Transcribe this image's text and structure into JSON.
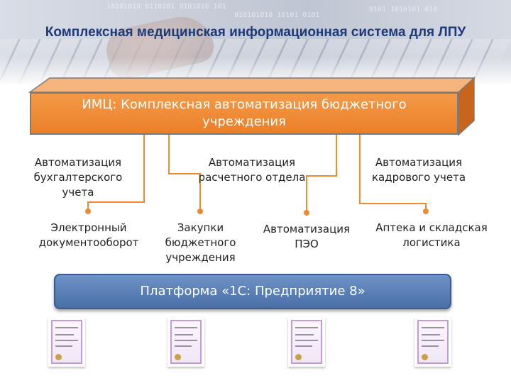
{
  "title": "Комплексная медицинская информационная система для ЛПУ",
  "imc": {
    "label": "ИМЦ: Комплексная автоматизация бюджетного учреждения"
  },
  "modules_top": [
    "Автоматизация бухгалтерского учета",
    "Автоматизация расчетного отдела",
    "Автоматизация кадрового учета"
  ],
  "modules_bottom": [
    "Электронный документооборот",
    "Закупки бюджетного учреждения",
    "Автоматизация ПЭО",
    "Аптека и складская логистика"
  ],
  "platform": {
    "label": "Платформа «1С: Предприятие 8»"
  },
  "colors": {
    "title": "#1c3a78",
    "imc_box": "#ec7f26",
    "connector": "#f08a2a",
    "platform": "#4a6fa8"
  }
}
